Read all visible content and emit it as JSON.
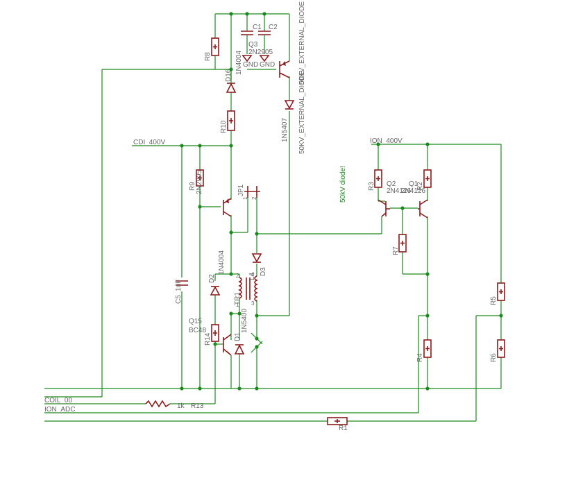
{
  "nets": {
    "cdi_400v": "CDI_400V",
    "ion_400v": "ION_400V",
    "coil_00": "COIL_00",
    "ion_adc": "ION_ADC",
    "gnd1": "GND",
    "gnd2": "GND"
  },
  "parts": {
    "r8": "R8",
    "r10": "R10",
    "r9": "R9",
    "r14": "R14",
    "r3": "R3",
    "r2": "R2",
    "r7": "R7",
    "r5": "R5",
    "r6": "R6",
    "r4": "R4",
    "r1": "R1",
    "r13": "R13",
    "r13_value": "1k",
    "c1": "C1",
    "c2": "C2",
    "c5": "C5",
    "c5_value": "1uF",
    "q3": "Q3",
    "q3_value": "2N2905",
    "q4_value": "2N2905",
    "q2": "Q2",
    "q2_value": "2N4126",
    "q1": "Q1",
    "q1_value": "2N4126",
    "q15": "Q15",
    "q15_value": "BC48",
    "d16": "D16",
    "d16_value": "1N4004",
    "d2": "D2",
    "d2_value": "1N4004",
    "d1": "D1",
    "d1_value": "1N5400",
    "d3": "D3",
    "d_ext_value": "1N5407",
    "d_ext_name": "50KV_EXTERNAL_DIODE",
    "jp1": "JP1",
    "jp1_pin1": "1",
    "jp1_pin2": "2",
    "tr1": "TR1",
    "l4": "L4",
    "tr_pin1": "1",
    "tr_pin2": "2",
    "tr_pin3": "3",
    "tr_pin4": "4"
  },
  "notes": {
    "diode_note": "50kV diode!"
  }
}
